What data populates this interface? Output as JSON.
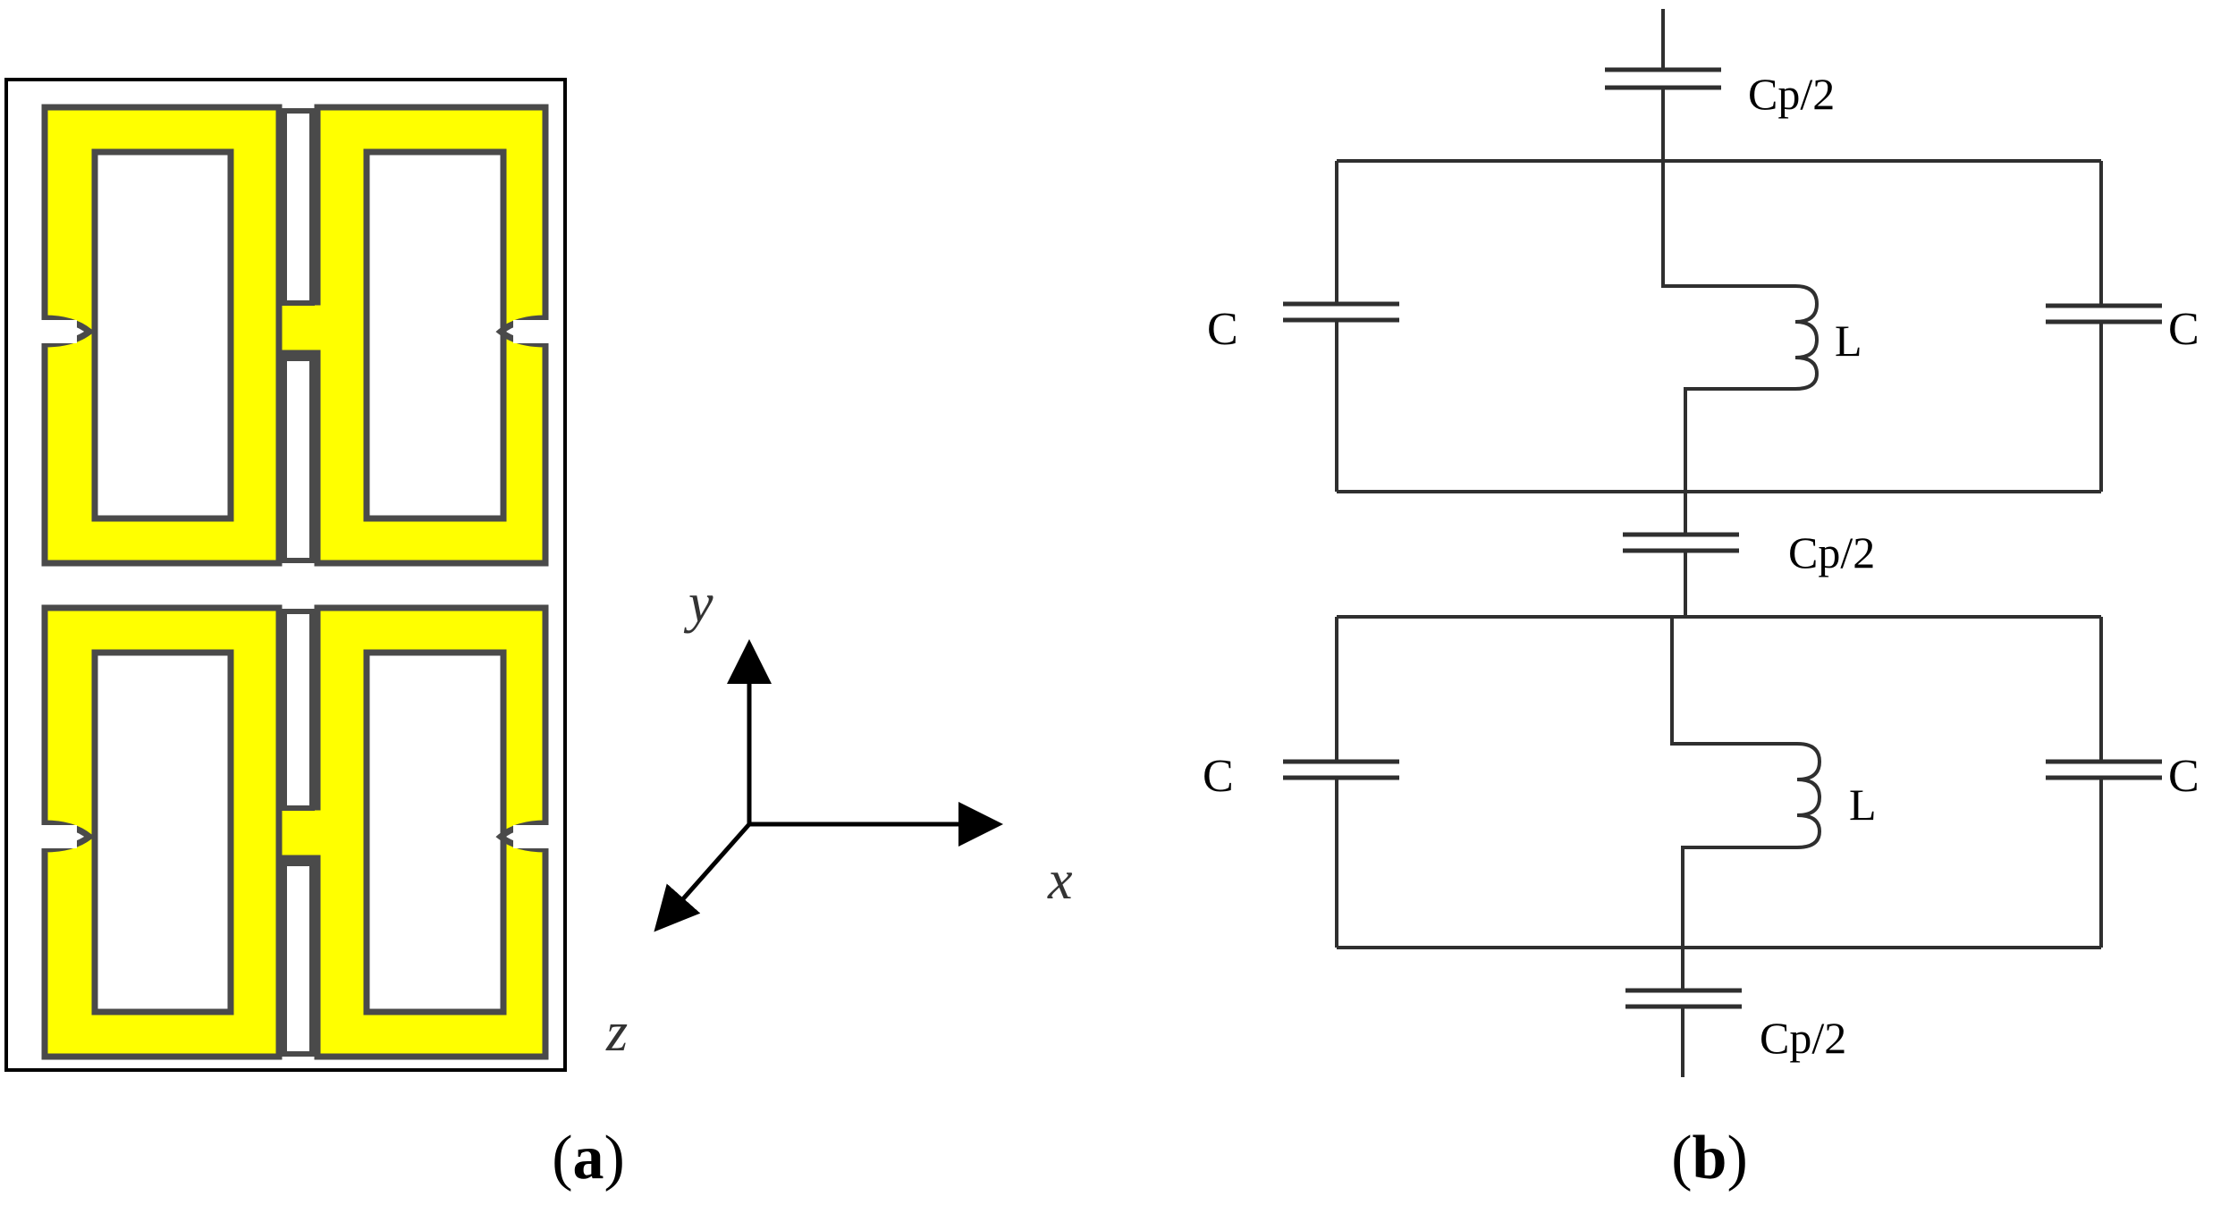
{
  "colors": {
    "metal_fill": "#FFFF00",
    "metal_outline": "#4a4a4a",
    "slot_gray": "#c8c8c8",
    "wire": "#2f2f2f",
    "text": "#000000",
    "axis_label": "#333333"
  },
  "panel_a": {
    "label_letter": "a",
    "axes": {
      "y_label": "y",
      "x_label": "x",
      "z_label": "z"
    }
  },
  "panel_b": {
    "label_letter": "b",
    "upper_cell": {
      "top_coupling_cap": "Cp/2",
      "left_cap": "C",
      "right_cap": "C",
      "inductor": "L"
    },
    "middle_coupling_cap": "Cp/2",
    "lower_cell": {
      "left_cap": "C",
      "right_cap": "C",
      "inductor": "L",
      "bottom_coupling_cap": "Cp/2"
    }
  }
}
